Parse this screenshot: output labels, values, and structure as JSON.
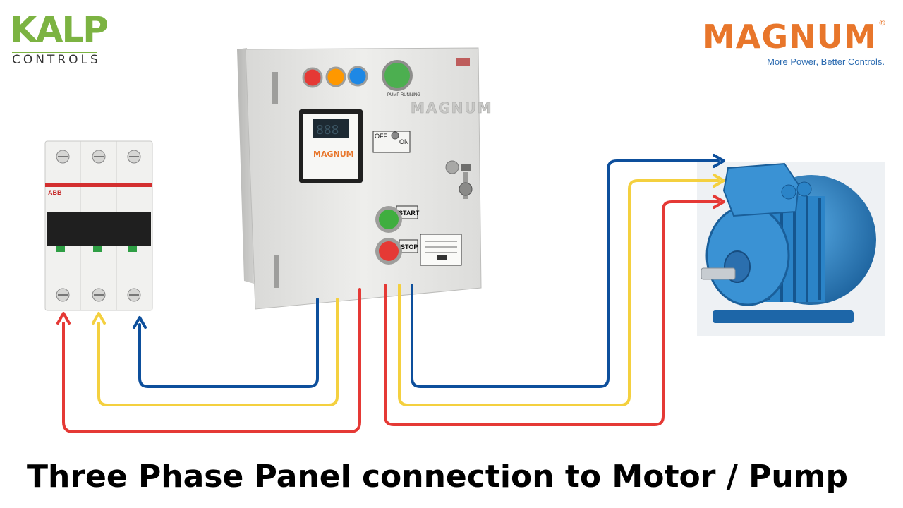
{
  "logos": {
    "kalp": {
      "word": "KALP",
      "sub": "CONTROLS",
      "color": "#7cb342"
    },
    "magnum": {
      "word": "MAGNUM",
      "registered": "®",
      "tagline": "More Power, Better Controls.",
      "color": "#e8762b",
      "tagline_color": "#2a6ab0"
    }
  },
  "breaker": {
    "brand": "ABB",
    "icon": "three-pole-mcb-icon"
  },
  "panel": {
    "brand_plate": "MAGNUM",
    "meter_brand": "MAGNUM",
    "meter_display": "888",
    "pump_label": "PUMP RUNNING",
    "switch_off": "OFF",
    "switch_on": "ON",
    "start_label": "START",
    "stop_label": "STOP",
    "indicator_colors": [
      "#e53935",
      "#ff9800",
      "#1e88e5"
    ],
    "pump_lamp_color": "#4caf50"
  },
  "motor": {
    "icon": "three-phase-motor-icon",
    "color": "#2b84c8"
  },
  "wires": {
    "colors": {
      "red": "#e53935",
      "yellow": "#f4d03f",
      "blue": "#0d4f9c"
    }
  },
  "caption": "Three Phase Panel connection to Motor / Pump"
}
